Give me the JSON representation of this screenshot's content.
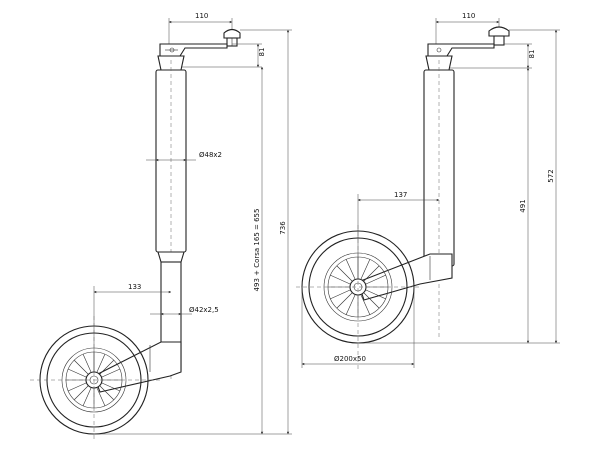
{
  "left_view": {
    "dim_handle_offset": "110",
    "dim_head_height": "81",
    "dim_total_height": "736",
    "dim_stroke": "493 + Corsa 165 = 655",
    "dim_tube_outer": "Ø48x2",
    "dim_tube_inner": "Ø42x2,5",
    "dim_wheel_offset": "133"
  },
  "right_view": {
    "dim_handle_offset": "110",
    "dim_head_height": "81",
    "dim_total_height": "572",
    "dim_retracted": "491",
    "dim_wheel_offset": "137",
    "dim_wheel_size": "Ø200x50"
  }
}
